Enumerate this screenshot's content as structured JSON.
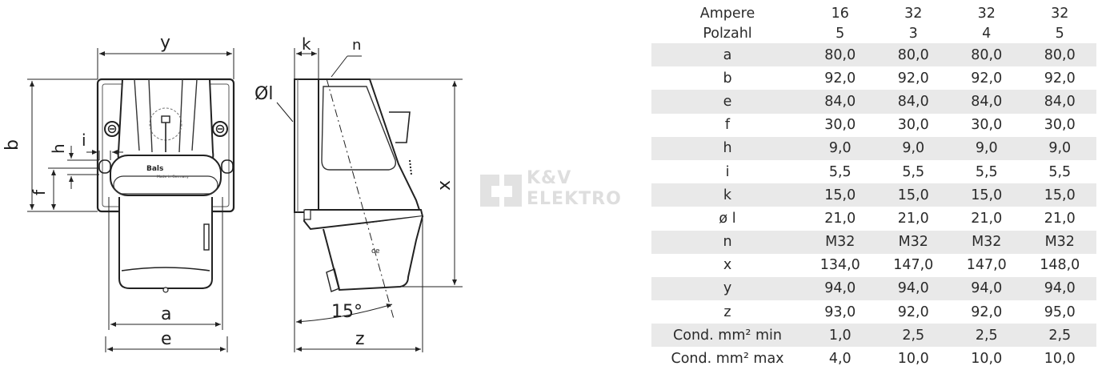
{
  "drawing": {
    "dimension_labels": {
      "y": "y",
      "b": "b",
      "h": "h",
      "i": "i",
      "f": "f",
      "a": "a",
      "e": "e",
      "k": "k",
      "n": "n",
      "l": "Øl",
      "x": "x",
      "z": "z",
      "angle": "15°"
    },
    "brand_marking": "Bals",
    "brand_subline": "Made in Germany"
  },
  "watermark": {
    "line1": "K&V",
    "line2": "ELEKTRO"
  },
  "table": {
    "header_rows": [
      {
        "label": "Ampere",
        "values": [
          "16",
          "32",
          "32",
          "32"
        ]
      },
      {
        "label": "Polzahl",
        "values": [
          "5",
          "3",
          "4",
          "5"
        ]
      }
    ],
    "rows": [
      {
        "label": "a",
        "values": [
          "80,0",
          "80,0",
          "80,0",
          "80,0"
        ]
      },
      {
        "label": "b",
        "values": [
          "92,0",
          "92,0",
          "92,0",
          "92,0"
        ]
      },
      {
        "label": "e",
        "values": [
          "84,0",
          "84,0",
          "84,0",
          "84,0"
        ]
      },
      {
        "label": "f",
        "values": [
          "30,0",
          "30,0",
          "30,0",
          "30,0"
        ]
      },
      {
        "label": "h",
        "values": [
          "9,0",
          "9,0",
          "9,0",
          "9,0"
        ]
      },
      {
        "label": "i",
        "values": [
          "5,5",
          "5,5",
          "5,5",
          "5,5"
        ]
      },
      {
        "label": "k",
        "values": [
          "15,0",
          "15,0",
          "15,0",
          "15,0"
        ]
      },
      {
        "label": "ø l",
        "values": [
          "21,0",
          "21,0",
          "21,0",
          "21,0"
        ]
      },
      {
        "label": "n",
        "values": [
          "M32",
          "M32",
          "M32",
          "M32"
        ]
      },
      {
        "label": "x",
        "values": [
          "134,0",
          "147,0",
          "147,0",
          "148,0"
        ]
      },
      {
        "label": "y",
        "values": [
          "94,0",
          "94,0",
          "94,0",
          "94,0"
        ]
      },
      {
        "label": "z",
        "values": [
          "93,0",
          "92,0",
          "92,0",
          "95,0"
        ]
      },
      {
        "label": "Cond. mm² min",
        "values": [
          "1,0",
          "2,5",
          "2,5",
          "2,5"
        ]
      },
      {
        "label": "Cond. mm² max",
        "values": [
          "4,0",
          "10,0",
          "10,0",
          "10,0"
        ]
      }
    ]
  }
}
